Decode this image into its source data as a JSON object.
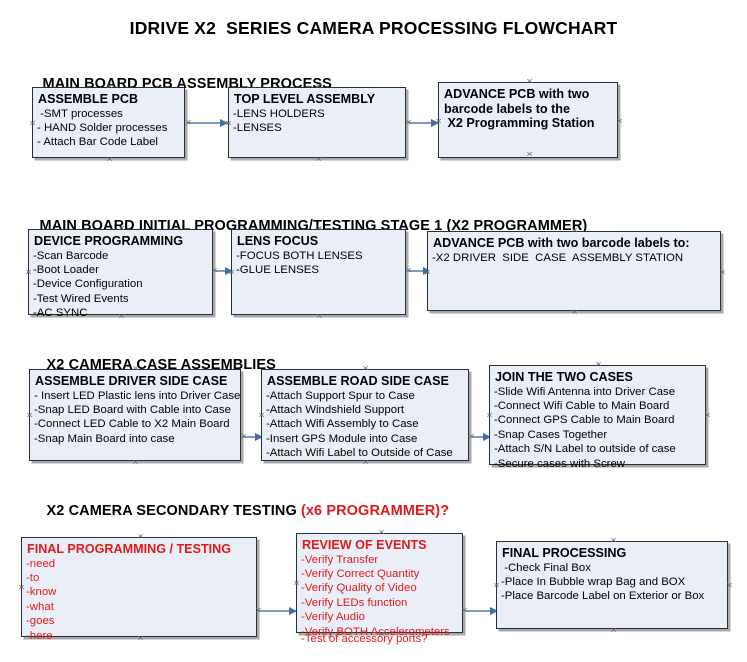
{
  "document": {
    "title": "IDRIVE X2  SERIES CAMERA PROCESSING FLOWCHART"
  },
  "colors": {
    "box_fill": "#e9eef7",
    "box_border": "#26303c",
    "accent_red": "#e01b1b",
    "connector": "#7e9dc0",
    "arrow_head": "#3f6fa8",
    "text": "#000000"
  },
  "sections": [
    {
      "id": "main-board-pcb-assembly-process",
      "title": "MAIN BOARD PCB ASSEMBLY PROCESS",
      "title_accent": "",
      "boxes": [
        {
          "id": "assemble-pcb",
          "header": "ASSEMBLE PCB",
          "items": [
            " -SMT processes",
            "- HAND Solder processes",
            "- Attach Bar Code Label"
          ]
        },
        {
          "id": "top-level-assembly",
          "header": "TOP LEVEL ASSEMBLY",
          "items": [
            "-LENS HOLDERS",
            "-LENSES"
          ]
        },
        {
          "id": "advance-pcb-to-programming-station",
          "header": "ADVANCE PCB with two\nbarcode labels to the\n X2 Programming Station",
          "items": []
        }
      ]
    },
    {
      "id": "main-board-initial-programming-testing-stage-1",
      "title": "MAIN BOARD INITIAL PROGRAMMING/TESTING STAGE 1 (X2 PROGRAMMER)",
      "title_accent": "",
      "boxes": [
        {
          "id": "device-programming",
          "header": "DEVICE PROGRAMMING",
          "items": [
            "-Scan Barcode",
            "-Boot Loader",
            "-Device Configuration",
            "-Test Wired Events",
            "-AC SYNC"
          ]
        },
        {
          "id": "lens-focus",
          "header": "LENS FOCUS",
          "items": [
            "-FOCUS BOTH LENSES",
            "-GLUE LENSES"
          ]
        },
        {
          "id": "advance-pcb-to-driver-side-case-assembly",
          "header": "ADVANCE PCB with two barcode labels to:",
          "items": [
            "-X2 DRIVER  SIDE  CASE  ASSEMBLY STATION"
          ]
        }
      ]
    },
    {
      "id": "x2-camera-case-assemblies",
      "title": "X2 CAMERA CASE ASSEMBLIES",
      "title_accent": "",
      "boxes": [
        {
          "id": "assemble-driver-side-case",
          "header": "ASSEMBLE DRIVER SIDE CASE",
          "items": [
            "- Insert LED Plastic lens into Driver Case",
            "-Snap LED Board with Cable into Case",
            "-Connect LED Cable to X2 Main Board",
            "-Snap Main Board into case"
          ]
        },
        {
          "id": "assemble-road-side-case",
          "header": "ASSEMBLE ROAD SIDE CASE",
          "items": [
            "-Attach Support Spur to Case",
            "-Attach Windshield Support",
            "-Attach Wifi Assembly to Case",
            "-Insert GPS Module into Case",
            "-Attach Wifi Label to Outside of Case"
          ]
        },
        {
          "id": "join-the-two-cases",
          "header": "JOIN THE TWO CASES",
          "items": [
            "-Slide Wifi Antenna into Driver Case",
            "-Connect Wifi Cable to Main Board",
            "-Connect GPS Cable to Main Board",
            "-Snap Cases Together",
            "-Attach S/N Label to outside of case",
            "-Secure cases with Screw"
          ]
        }
      ]
    },
    {
      "id": "x2-camera-secondary-testing",
      "title": "X2 CAMERA SECONDARY TESTING ",
      "title_accent": "(x6 PROGRAMMER)?",
      "boxes": [
        {
          "id": "final-programming-testing",
          "header": "FINAL PROGRAMMING / TESTING",
          "items": [
            "-need",
            "-to",
            "-know",
            "-what",
            "-goes",
            "-here"
          ]
        },
        {
          "id": "review-of-events",
          "header": "REVIEW OF EVENTS",
          "items": [
            "-Verify Transfer",
            "-Verify Correct Quantity",
            "-Verify Quality of Video",
            "-Verify LEDs function",
            "-Verify Audio",
            "-Verify BOTH Accelerometers"
          ],
          "overflow_item": "-Test of accessory ports?"
        },
        {
          "id": "final-processing",
          "header": "FINAL PROCESSING",
          "items": [
            " -Check Final Box",
            "-Place In Bubble wrap Bag and BOX",
            "-Place Barcode Label on Exterior or Box"
          ]
        }
      ]
    }
  ]
}
